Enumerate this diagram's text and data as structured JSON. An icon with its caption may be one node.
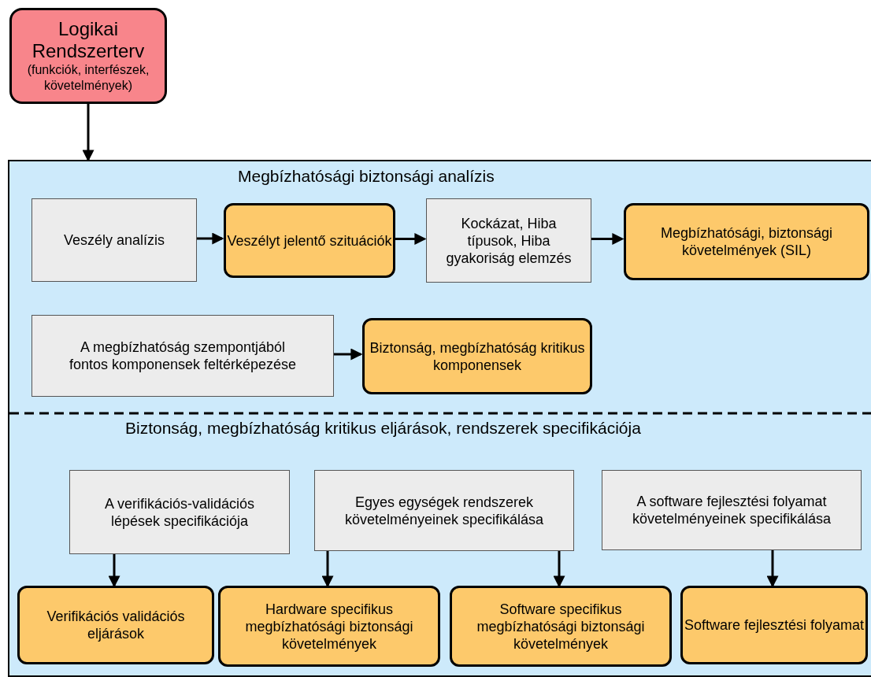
{
  "diagram": {
    "nodes": [
      {
        "text": [
          "Logikai Rendszerterv",
          "(funkciók, interfészek, követelmények)"
        ]
      },
      {
        "text": [
          "Megbízhatósági biztonsági analízis"
        ]
      },
      {
        "text": [
          "Veszély analízis"
        ],
        "in": 1
      },
      {
        "text": [
          "Veszélyt jelentő szituációk"
        ],
        "in": 1
      },
      {
        "text": [
          "Kockázat, Hiba típusok, Hiba gyakoriság elemzés"
        ],
        "in": 1
      },
      {
        "text": [
          "Megbízhatósági, biztonsági követelmények (SIL)"
        ],
        "in": 1
      },
      {
        "text": [
          "A megbízhatóság szempontjából fontos komponensek feltérképezése"
        ],
        "in": 1
      },
      {
        "text": [
          "Biztonság, megbízhatóság kritikus komponensek"
        ],
        "in": 1
      },
      {
        "text": [
          "Biztonság, megbízhatóság kritikus eljárások, rendszerek specifikációja"
        ]
      },
      {
        "text": [
          "A verifikációs-validációs lépések specifikációja"
        ],
        "in": 8
      },
      {
        "text": [
          "Egyes egységek rendszerek követelményeinek specifikálása"
        ],
        "in": 8
      },
      {
        "text": [
          "A software fejlesztési folyamat követelményeinek specifikálása"
        ],
        "in": 8
      },
      {
        "text": [
          "Verifikációs validációs eljárások"
        ],
        "in": 8
      },
      {
        "text": [
          "Hardware specifikus megbízhatósági biztonsági követelmények"
        ],
        "in": 8
      },
      {
        "text": [
          "Software specifikus megbízhatósági biztonsági követelmények"
        ],
        "in": 8
      },
      {
        "text": [
          "Software fejlesztési folyamat"
        ],
        "in": 8
      }
    ],
    "edges": [
      {
        "from": 0,
        "to": 1,
        "arrow": "to"
      },
      {
        "from": 2,
        "to": 3,
        "arrow": "to"
      },
      {
        "from": 3,
        "to": 4,
        "arrow": "to"
      },
      {
        "from": 4,
        "to": 5,
        "arrow": "to"
      },
      {
        "from": 6,
        "to": 7,
        "arrow": "to"
      },
      {
        "from": 9,
        "to": 12,
        "arrow": "to"
      },
      {
        "from": 10,
        "to": 13,
        "arrow": "to"
      },
      {
        "from": 10,
        "to": 14,
        "arrow": "to"
      },
      {
        "from": 11,
        "to": 15,
        "arrow": "to"
      }
    ]
  }
}
